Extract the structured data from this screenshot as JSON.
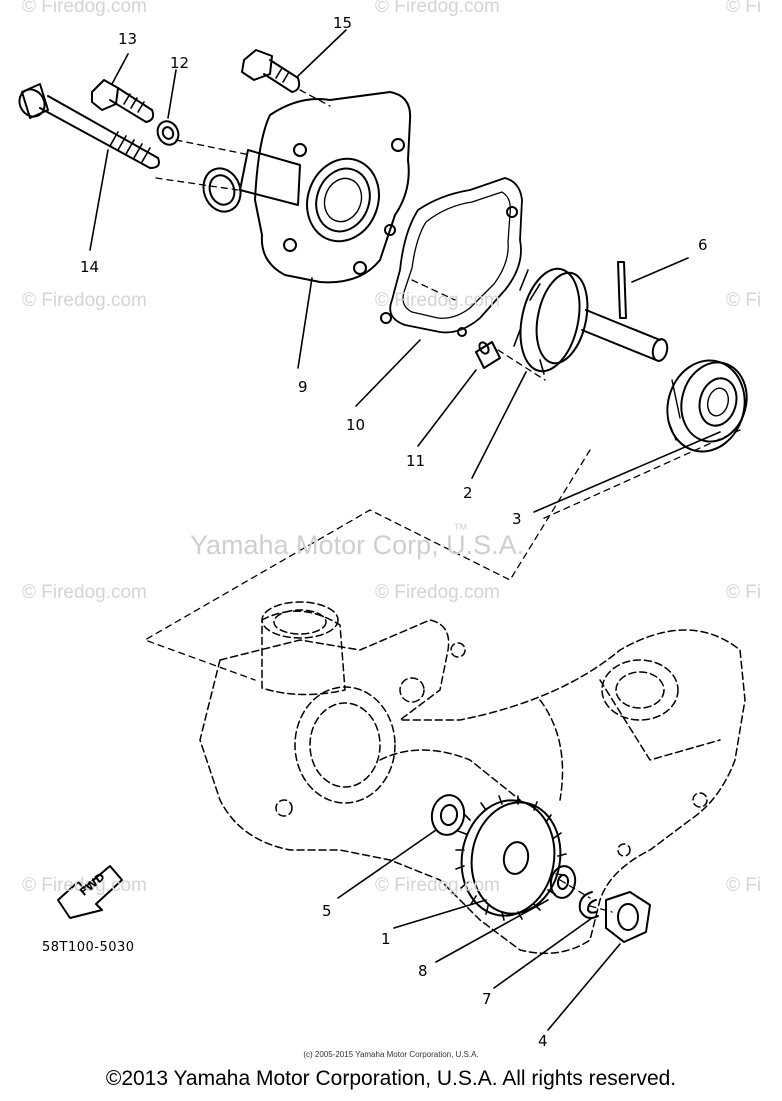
{
  "watermarks": {
    "firedog": "© Firedog.com",
    "firedog_short": "© Fi",
    "center": "Yamaha Motor Corp, U.S.A.",
    "trademark": "TM"
  },
  "diagram": {
    "part_code": "58T100-5030",
    "fwd_label": "FWD",
    "callouts": [
      "1",
      "2",
      "3",
      "4",
      "5",
      "6",
      "7",
      "8",
      "9",
      "10",
      "11",
      "12",
      "13",
      "14",
      "15"
    ]
  },
  "footer": {
    "small_copyright": "(c) 2005-2015 Yamaha Motor Corporation, U.S.A.",
    "copyright": "©2013 Yamaha Motor Corporation, U.S.A. All rights reserved."
  }
}
